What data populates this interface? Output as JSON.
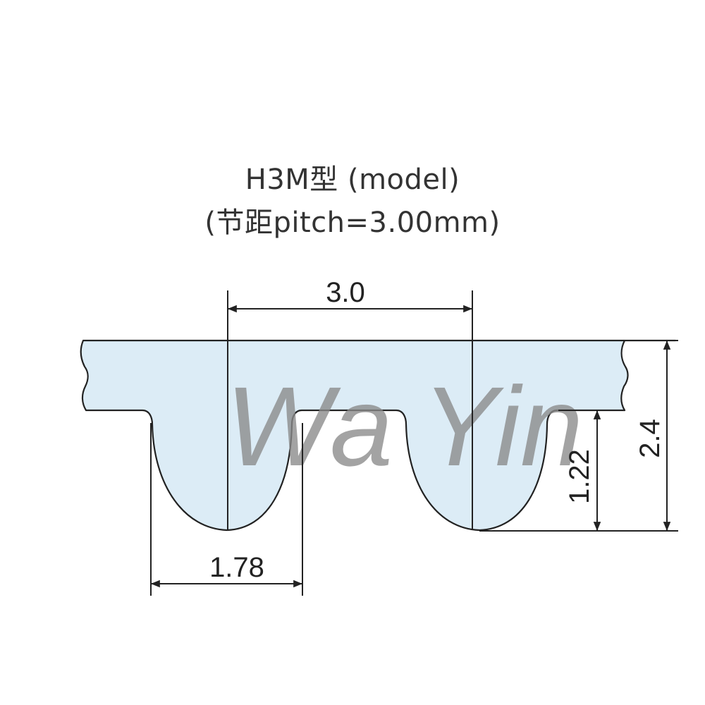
{
  "title": {
    "line1": "H3M型 (model)",
    "line2": "(节距pitch=3.00mm)"
  },
  "dimensions": {
    "pitch": "3.0",
    "tooth_width": "1.78",
    "tooth_height": "1.22",
    "total_height": "2.4"
  },
  "watermark": "Wa Yin",
  "colors": {
    "belt_fill": "#dcecf6",
    "outline": "#222222",
    "dimension_line": "#222222",
    "watermark": "#8a8a8a"
  }
}
